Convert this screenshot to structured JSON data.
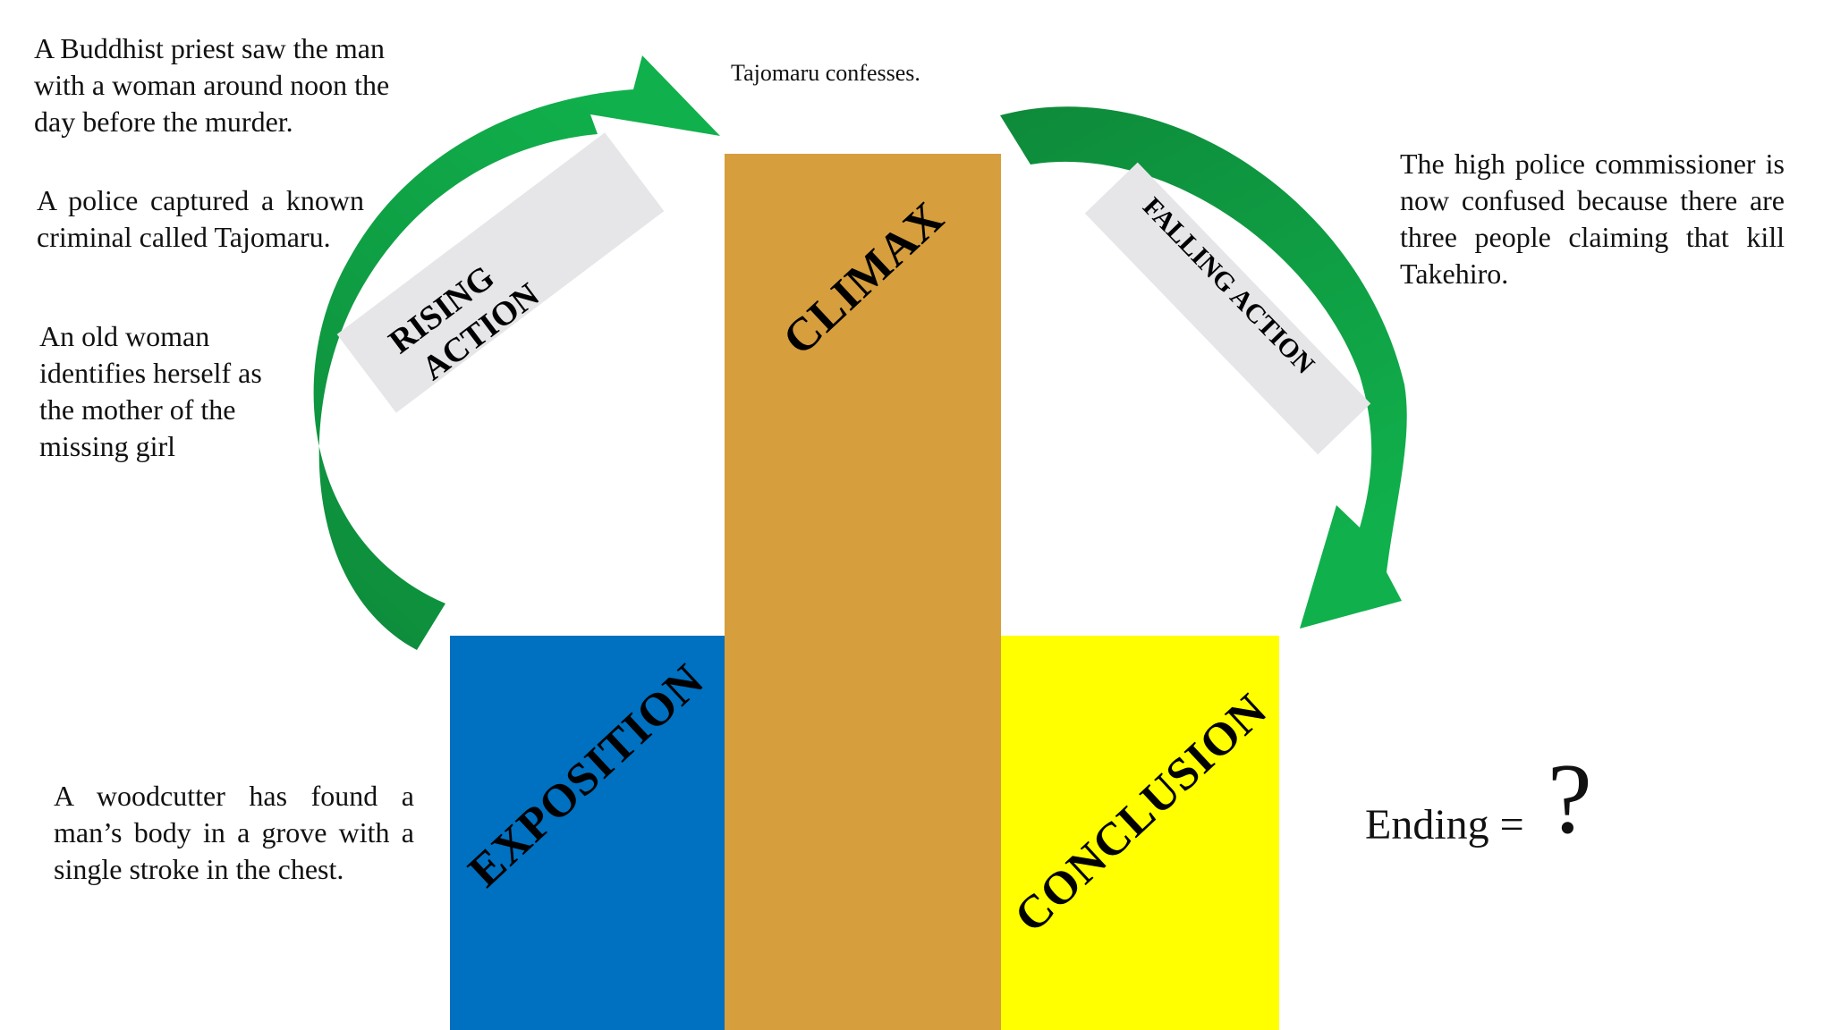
{
  "annotations": {
    "priest": "A Buddhist priest saw the man with a woman around noon the day before the murder.",
    "police": "A police captured a known criminal called Tajomaru.",
    "old_woman": "An old woman identifies herself as the mother of the missing girl",
    "woodcutter": "A woodcutter has found a man’s body in a grove with a single stroke in the chest.",
    "climax_note": "Tajomaru confesses.",
    "commissioner": "The high police commissioner is now confused because there are three people claiming that kill Takehiro."
  },
  "stages": {
    "exposition": "EXPOSITION",
    "climax": "CLIMAX",
    "conclusion": "CONCLUSION",
    "rising_line1": "RISING",
    "rising_line2": "ACTION",
    "falling": "FALLING ACTION"
  },
  "ending": {
    "label": "Ending =",
    "symbol": "?"
  },
  "colors": {
    "exposition": "#0070c0",
    "climax": "#d69e3c",
    "conclusion": "#ffff00",
    "arrow_dark": "#0f8a3c",
    "arrow_light": "#10b04c",
    "tag": "#e6e6e9"
  }
}
